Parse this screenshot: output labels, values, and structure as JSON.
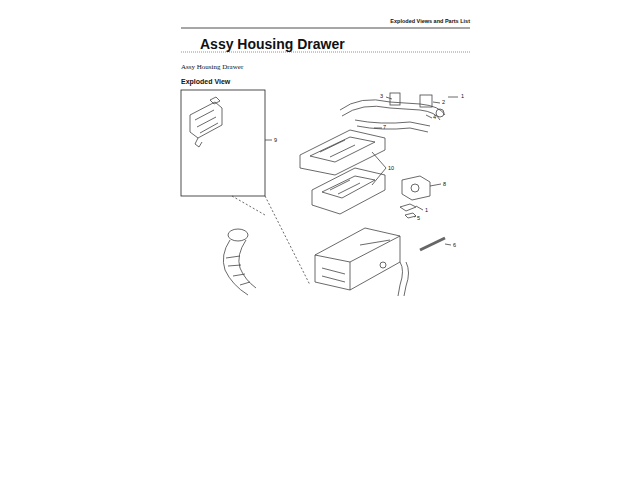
{
  "diagram": {
    "title": "Assy Housing Drawer",
    "labels": [
      "Exploded Views and Parts List",
      "Assy Housing Drawer",
      "Exploded View",
      "3",
      "2",
      "1",
      "4",
      "7",
      "9",
      "10",
      "8",
      "1",
      "5",
      "6"
    ]
  }
}
